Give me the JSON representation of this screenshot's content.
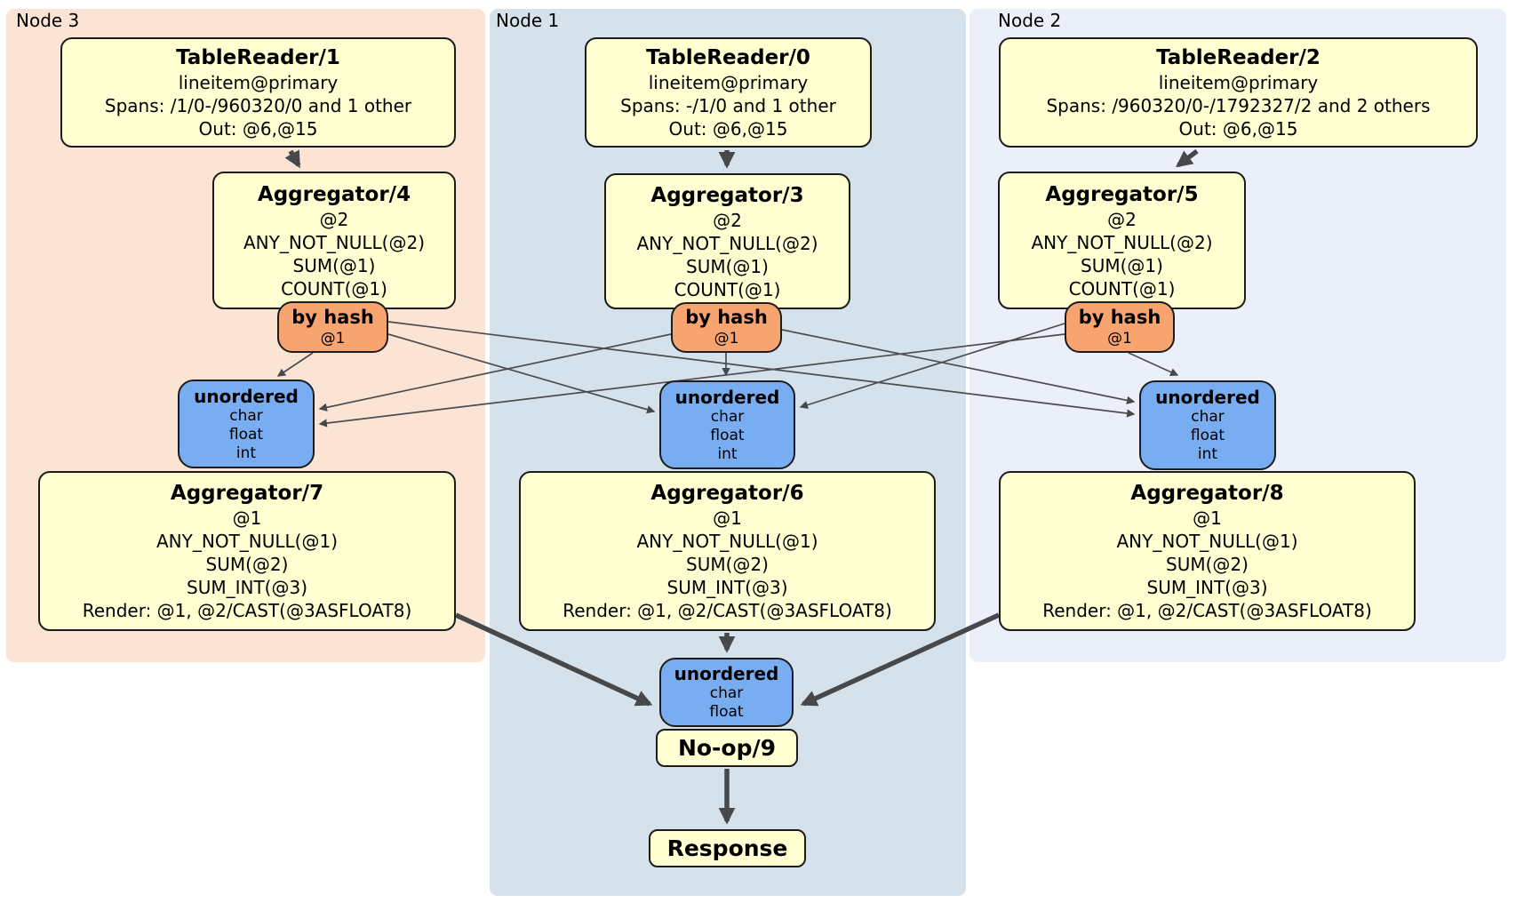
{
  "regions": [
    {
      "label": "Node 3"
    },
    {
      "label": "Node 1"
    },
    {
      "label": "Node 2"
    }
  ],
  "boxes": {
    "tr1": {
      "title": "TableReader/1",
      "lines": [
        "lineitem@primary",
        "Spans: /1/0-/960320/0 and 1 other",
        "Out: @6,@15"
      ]
    },
    "tr0": {
      "title": "TableReader/0",
      "lines": [
        "lineitem@primary",
        "Spans: -/1/0 and 1 other",
        "Out: @6,@15"
      ]
    },
    "tr2": {
      "title": "TableReader/2",
      "lines": [
        "lineitem@primary",
        "Spans: /960320/0-/1792327/2 and 2 others",
        "Out: @6,@15"
      ]
    },
    "agg4": {
      "title": "Aggregator/4",
      "lines": [
        "@2",
        "ANY_NOT_NULL(@2)",
        "SUM(@1)",
        "COUNT(@1)"
      ]
    },
    "agg3": {
      "title": "Aggregator/3",
      "lines": [
        "@2",
        "ANY_NOT_NULL(@2)",
        "SUM(@1)",
        "COUNT(@1)"
      ]
    },
    "agg5": {
      "title": "Aggregator/5",
      "lines": [
        "@2",
        "ANY_NOT_NULL(@2)",
        "SUM(@1)",
        "COUNT(@1)"
      ]
    },
    "agg7": {
      "title": "Aggregator/7",
      "lines": [
        "@1",
        "ANY_NOT_NULL(@1)",
        "SUM(@2)",
        "SUM_INT(@3)",
        "Render: @1, @2/CAST(@3ASFLOAT8)"
      ]
    },
    "agg6": {
      "title": "Aggregator/6",
      "lines": [
        "@1",
        "ANY_NOT_NULL(@1)",
        "SUM(@2)",
        "SUM_INT(@3)",
        "Render: @1, @2/CAST(@3ASFLOAT8)"
      ]
    },
    "agg8": {
      "title": "Aggregator/8",
      "lines": [
        "@1",
        "ANY_NOT_NULL(@1)",
        "SUM(@2)",
        "SUM_INT(@3)",
        "Render: @1, @2/CAST(@3ASFLOAT8)"
      ]
    },
    "noop": {
      "title": "No-op/9"
    },
    "response": {
      "title": "Response"
    }
  },
  "routers": {
    "hash4": {
      "title": "by hash",
      "key": "@1"
    },
    "hash3": {
      "title": "by hash",
      "key": "@1"
    },
    "hash5": {
      "title": "by hash",
      "key": "@1"
    }
  },
  "syncs": {
    "left": {
      "title": "unordered",
      "types": [
        "char",
        "float",
        "int"
      ]
    },
    "middle": {
      "title": "unordered",
      "types": [
        "char",
        "float",
        "int"
      ]
    },
    "right": {
      "title": "unordered",
      "types": [
        "char",
        "float",
        "int"
      ]
    },
    "final": {
      "title": "unordered",
      "types": [
        "char",
        "float"
      ]
    }
  },
  "colors": {
    "node3_bg": "#fce4d5",
    "node1_bg": "#d6e2eb",
    "node2_bg": "#eaeffa",
    "processor_bg": "#ffffd2",
    "router_bg": "#f7a470",
    "sync_bg": "#79adf2",
    "edge": "#46494c"
  }
}
